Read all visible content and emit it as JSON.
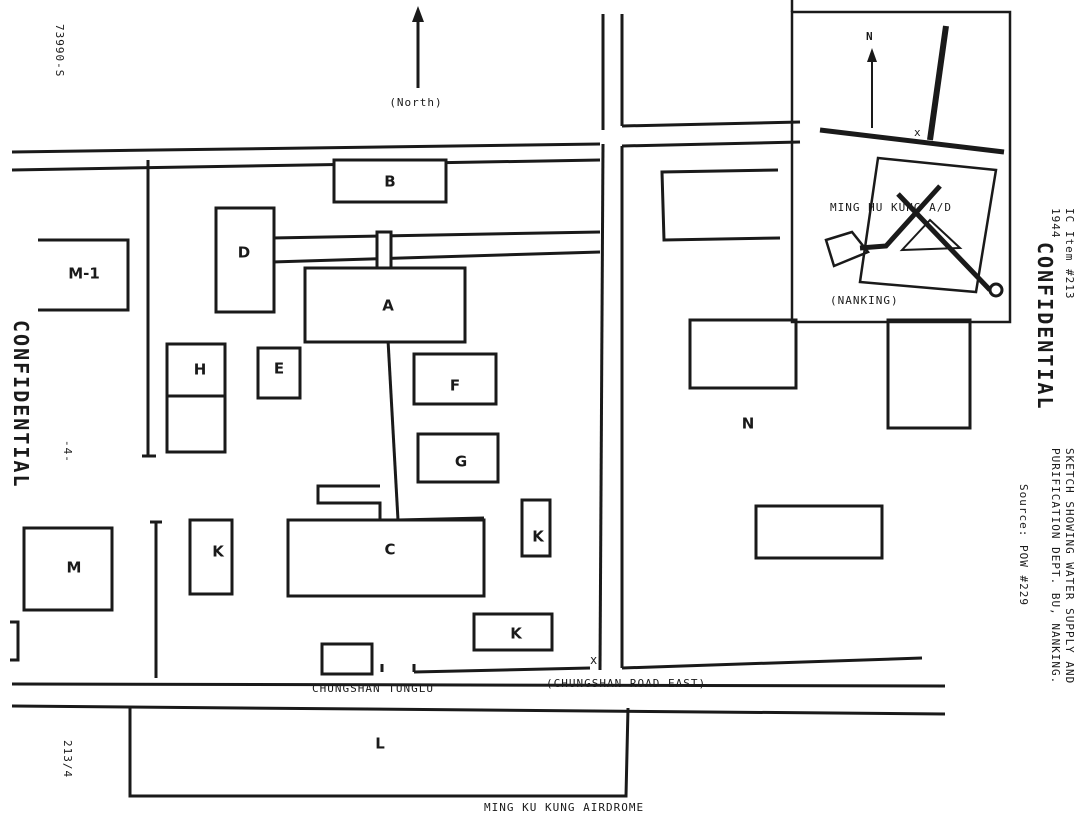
{
  "map": {
    "north_label": "(North)",
    "inset_north": "N",
    "inset_place": "MING HU KUNG A/D",
    "inset_city": "(NANKING)",
    "road_west": "CHUNGSHAN TUNGLU",
    "road_east": "(CHUNGSHAN ROAD EAST)",
    "bottom_caption": "MING KU KUNG AIRDROME",
    "corner_mark_top": "73990-S",
    "corner_mark_bottom": "213/4",
    "page_mark": "-4-",
    "stamp_left": "CONFIDENTIAL",
    "stamp_right": "CONFIDENTIAL",
    "side_item": "IC Item #213",
    "side_year": "1944",
    "side_title_1": "SKETCH SHOWING WATER SUPPLY AND",
    "side_title_2": "PURIFICATION DEPT. BU, NANKING.",
    "side_source": "Source:   POW #229",
    "buildings": {
      "a": "A",
      "b": "B",
      "c": "C",
      "d": "D",
      "e": "E",
      "f": "F",
      "g": "G",
      "h": "H",
      "k1": "K",
      "k2": "K",
      "k3": "K",
      "l": "L",
      "m": "M",
      "m1": "M-1",
      "n": "N"
    }
  }
}
